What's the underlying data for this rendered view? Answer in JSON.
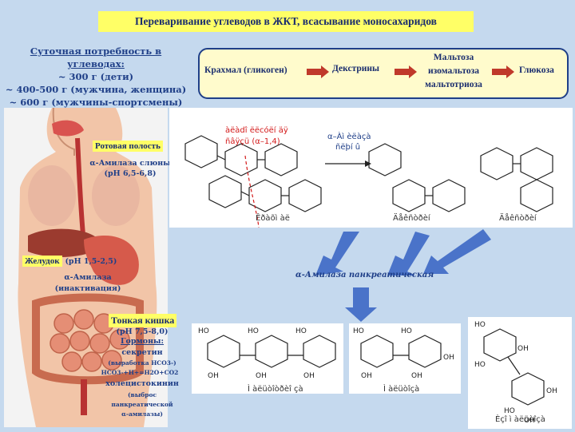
{
  "title": "Переваривание углеводов в ЖКТ, всасывание моносахаридов",
  "daily_need": {
    "heading": "Суточная потребность в углеводах:",
    "lines": [
      "~ 300 г (дети)",
      "~ 400-500 г (мужчина, женщина)",
      "~ 600 г (мужчины-спортсмены)"
    ]
  },
  "flow": {
    "starch": "Крахмал (гликоген)",
    "dextrins": "Декстрины",
    "maltose_lines": [
      "Мальтоза",
      "изомальтоза",
      "мальтотриоза"
    ],
    "glucose": "Глюкоза",
    "arrow_color": "#c0392b",
    "box_border": "#1f3f88"
  },
  "organs": {
    "mouth": {
      "label": "Ротовая полость",
      "enzyme": "α-Амилаза слюны",
      "ph": "(pH 6,5-6,8)"
    },
    "stomach": {
      "label": "Желудок",
      "ph": "(pH 1,5-2,5)",
      "enzyme": "α-Амилаза",
      "note": "(инактивация)"
    },
    "intestine": {
      "label": "Тонкая кишка",
      "ph": "(pH 7,5-8,0)",
      "hormones": "Гормоны:",
      "secretin": "секретин",
      "secretin_note": "(выработка НСО3-)",
      "reaction": "НСО3-+Н+=Н2О+СО2",
      "cck": "холецистокинин",
      "cck_note_1": "(выброс",
      "cck_note_2": "панкреатической",
      "cck_note_3": "α-амилазы)"
    }
  },
  "chem": {
    "red_text_1": "àëàdî ëëcóëí äÿ",
    "red_text_2": "ñâÿçü (α–1,4)",
    "enzyme_top_1": "α–Àì èëàçà",
    "enzyme_top_2": "ñëþí û",
    "label_starch": "Êðàõì àë",
    "label_dextrin_1": "Äåêñòðèí",
    "label_dextrin_2": "Äåêñòðèí",
    "pancreatic": "α-Амилаза панкреатическая",
    "bottom_label_1": "Ì àëüòîòðèî çà",
    "bottom_label_2": "Ì àëüòîçà",
    "bottom_label_3": "Èçî ì àëüòîçà"
  }
}
